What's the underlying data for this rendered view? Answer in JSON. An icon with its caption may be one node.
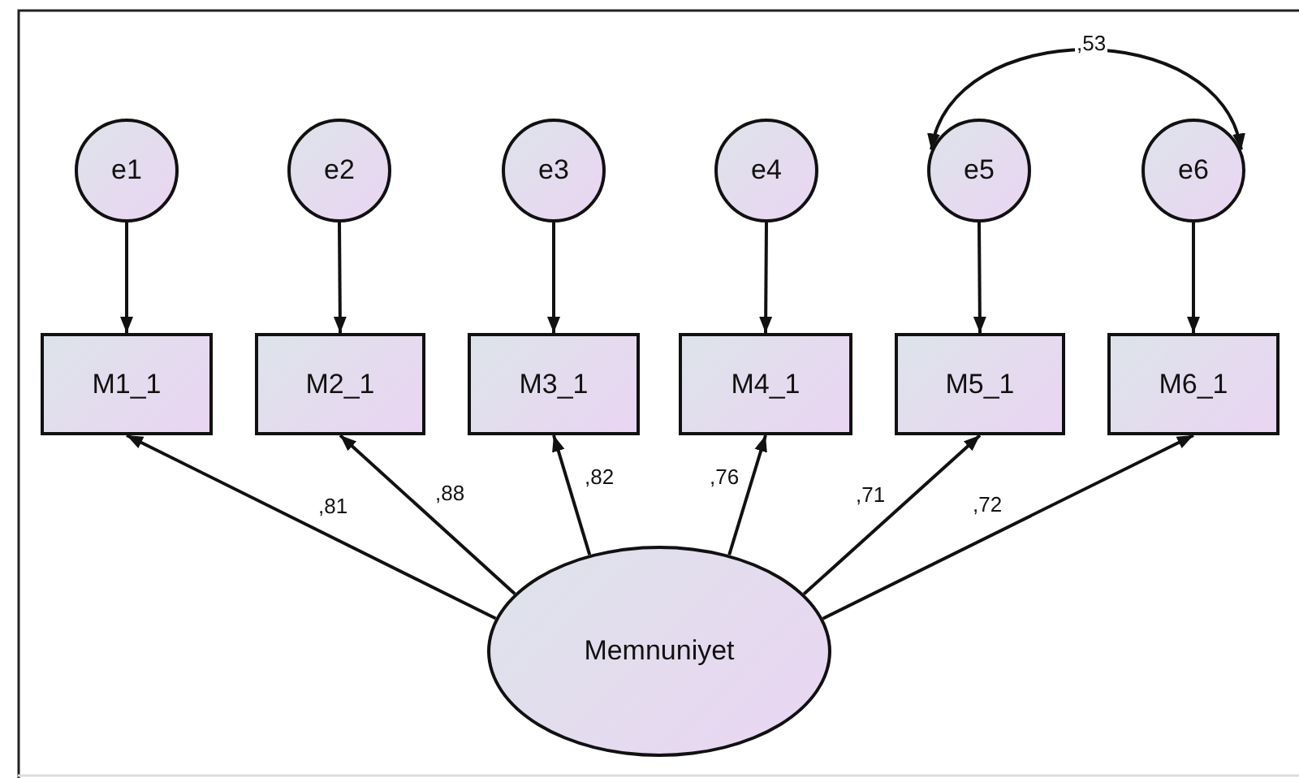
{
  "diagram": {
    "nodes": [
      {
        "text": [
          "e1"
        ]
      },
      {
        "text": [
          "e2"
        ]
      },
      {
        "text": [
          "e3"
        ]
      },
      {
        "text": [
          "e4"
        ]
      },
      {
        "text": [
          "e5"
        ]
      },
      {
        "text": [
          "e6"
        ]
      },
      {
        "text": [
          "M1_1"
        ]
      },
      {
        "text": [
          "M2_1"
        ]
      },
      {
        "text": [
          "M3_1"
        ]
      },
      {
        "text": [
          "M4_1"
        ]
      },
      {
        "text": [
          "M5_1"
        ]
      },
      {
        "text": [
          "M6_1"
        ]
      },
      {
        "text": [
          "Memnuniyet"
        ]
      }
    ],
    "edges": [
      {
        "from": 0,
        "to": 6,
        "arrow": "to"
      },
      {
        "from": 1,
        "to": 7,
        "arrow": "to"
      },
      {
        "from": 2,
        "to": 8,
        "arrow": "to"
      },
      {
        "from": 3,
        "to": 9,
        "arrow": "to"
      },
      {
        "from": 4,
        "to": 10,
        "arrow": "to"
      },
      {
        "from": 5,
        "to": 11,
        "arrow": "to"
      },
      {
        "from": 4,
        "to": 5,
        "arrow": "both",
        "label": ",53"
      },
      {
        "from": 12,
        "to": 6,
        "arrow": "to",
        "label": ",81"
      },
      {
        "from": 12,
        "to": 7,
        "arrow": "to",
        "label": ",88"
      },
      {
        "from": 12,
        "to": 8,
        "arrow": "to",
        "label": ",82"
      },
      {
        "from": 12,
        "to": 9,
        "arrow": "to",
        "label": ",76"
      },
      {
        "from": 12,
        "to": 10,
        "arrow": "to",
        "label": ",71"
      },
      {
        "from": 12,
        "to": 11,
        "arrow": "to",
        "label": ",72"
      }
    ]
  }
}
